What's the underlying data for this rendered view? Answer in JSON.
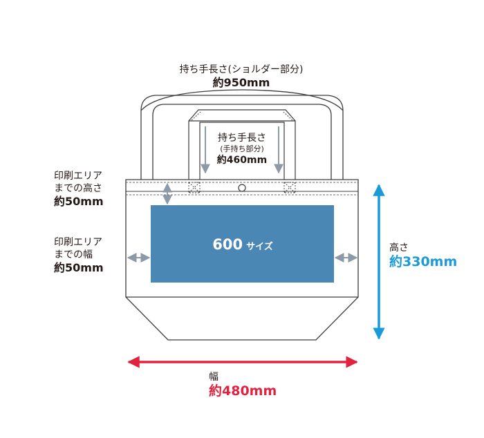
{
  "shoulder_handle": {
    "title": "持ち手長さ(ショルダー部分)",
    "value": "約950mm"
  },
  "hand_handle": {
    "title": "持ち手長さ",
    "sub": "(手持ち部分)",
    "value": "約460mm"
  },
  "print_top": {
    "line1": "印刷エリア",
    "line2": "までの高さ",
    "value": "約50mm"
  },
  "print_side": {
    "line1": "印刷エリア",
    "line2": "までの幅",
    "value": "約50mm"
  },
  "print_area": {
    "size": "600",
    "unit": "サイズ",
    "color": "#4a87b5"
  },
  "height": {
    "title": "高さ",
    "value": "約330mm",
    "color": "#1a9bd7"
  },
  "width": {
    "title": "幅",
    "value": "約480mm",
    "color": "#e0233f"
  },
  "colors": {
    "outline": "#3b3b3b",
    "dim_arrow": "#8c99a6"
  }
}
